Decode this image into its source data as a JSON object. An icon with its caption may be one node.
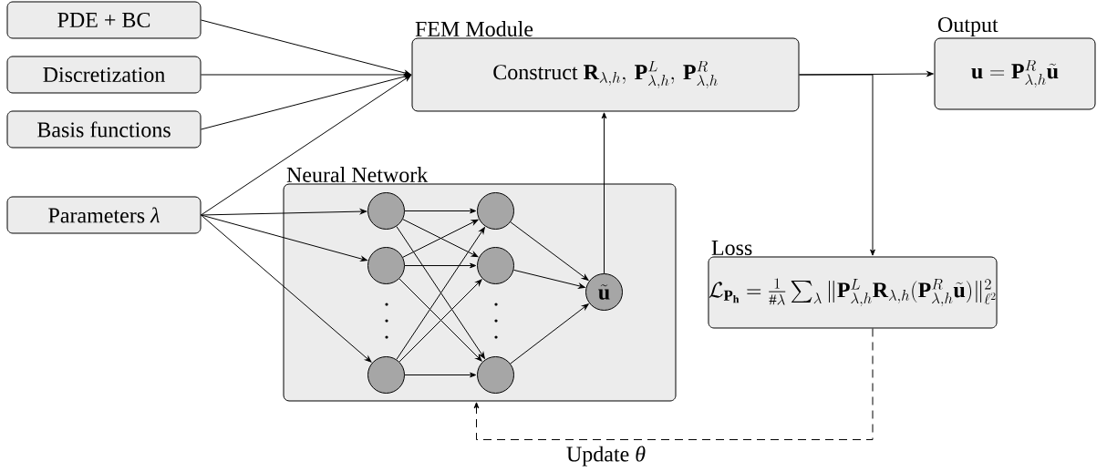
{
  "diagram": {
    "nodes": [
      {
        "text": [
          "PDE + BC"
        ]
      },
      {
        "text": [
          "Discretization"
        ]
      },
      {
        "text": [
          "Basis functions"
        ]
      },
      {
        "text": [
          "Parameters *λ*"
        ]
      },
      {
        "text": [
          "FEM Module",
          "\\text{Construct } \\mathbf{R}_{\\lambda,h},\\, \\mathbf{P}^{L}_{\\lambda,h},\\, \\mathbf{P}^{R}_{\\lambda,h}"
        ]
      },
      {
        "text": [
          "Output",
          "\\mathbf{u} = \\mathbf{P}^{R}_{\\lambda,h}\\tilde{\\mathbf{u}}"
        ]
      },
      {
        "text": [
          "Neural Network"
        ]
      },
      {
        "text": [],
        "shape": "circle",
        "in": 6
      },
      {
        "text": [],
        "shape": "circle",
        "in": 6
      },
      {
        "text": [],
        "shape": "circle",
        "in": 6
      },
      {
        "text": [],
        "shape": "circle",
        "in": 6
      },
      {
        "text": [],
        "shape": "circle",
        "in": 6
      },
      {
        "text": [],
        "shape": "circle",
        "in": 6
      },
      {
        "text": [
          "\\tilde{\\mathbf{u}}"
        ],
        "in": 6
      },
      {
        "text": [
          "Loss",
          "\\mathcal{L}_{\\mathbf{P_h}} = \\tfrac{1}{\\#\\lambda} \\textstyle\\sum_{\\lambda} \\|\\mathbf{P}^{L}_{\\lambda,h}\\mathbf{R}_{\\lambda,h}(\\mathbf{P}^{R}_{\\lambda,h}\\tilde{\\mathbf{u}})\\|^{2}_{\\ell^{2}}"
        ]
      }
    ],
    "edges": [
      {
        "from": 0,
        "to": 4,
        "arrow": "to"
      },
      {
        "from": 1,
        "to": 4,
        "arrow": "to"
      },
      {
        "from": 2,
        "to": 4,
        "arrow": "to"
      },
      {
        "from": 3,
        "to": 4,
        "arrow": "to"
      },
      {
        "from": 3,
        "to": 7,
        "arrow": "to"
      },
      {
        "from": 3,
        "to": 8,
        "arrow": "to"
      },
      {
        "from": 3,
        "to": 9,
        "arrow": "to"
      },
      {
        "from": 7,
        "to": 10,
        "arrow": "to"
      },
      {
        "from": 7,
        "to": 11,
        "arrow": "to"
      },
      {
        "from": 7,
        "to": 12,
        "arrow": "to"
      },
      {
        "from": 8,
        "to": 10,
        "arrow": "to"
      },
      {
        "from": 8,
        "to": 11,
        "arrow": "to"
      },
      {
        "from": 8,
        "to": 12,
        "arrow": "to"
      },
      {
        "from": 9,
        "to": 10,
        "arrow": "to"
      },
      {
        "from": 9,
        "to": 11,
        "arrow": "to"
      },
      {
        "from": 9,
        "to": 12,
        "arrow": "to"
      },
      {
        "from": 10,
        "to": 13,
        "arrow": "to"
      },
      {
        "from": 11,
        "to": 13,
        "arrow": "to"
      },
      {
        "from": 12,
        "to": 13,
        "arrow": "to"
      },
      {
        "from": 13,
        "to": 4,
        "arrow": "to"
      },
      {
        "from": 4,
        "to": 5,
        "arrow": "to"
      },
      {
        "from": 4,
        "to": 14,
        "arrow": "to"
      },
      {
        "from": 14,
        "to": 6,
        "arrow": "to",
        "style": "dashed",
        "label": "Update *θ*"
      }
    ]
  }
}
